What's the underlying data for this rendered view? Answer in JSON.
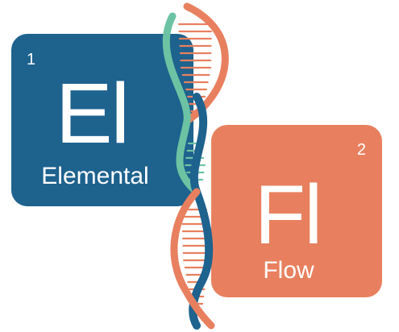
{
  "colors": {
    "left_tile": "#1e628e",
    "right_tile": "#e8805f",
    "strand_blue": "#1e628e",
    "strand_orange": "#e8805f",
    "strand_teal": "#6cc3a3"
  },
  "elements": [
    {
      "number": "1",
      "symbol": "El",
      "name": "Elemental"
    },
    {
      "number": "2",
      "symbol": "Fl",
      "name": "Flow"
    }
  ],
  "icons": [
    "dna-helix-icon"
  ]
}
